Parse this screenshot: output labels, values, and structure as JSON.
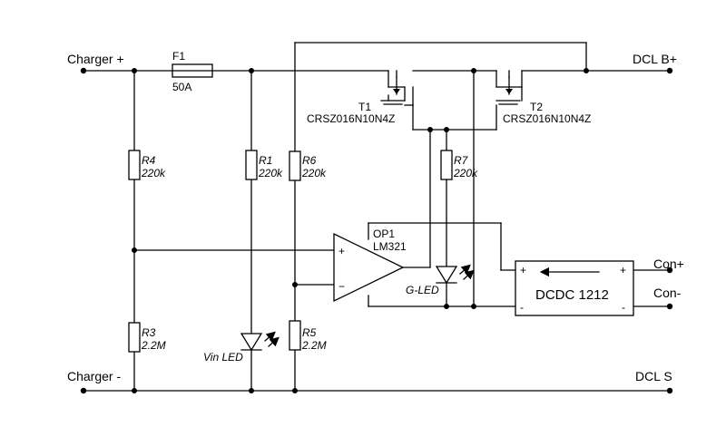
{
  "terminals": {
    "charger_plus": "Charger +",
    "charger_minus": "Charger -",
    "dcl_bplus": "DCL B+",
    "dcl_s": "DCL S",
    "con_plus": "Con+",
    "con_minus": "Con-"
  },
  "fuse": {
    "name": "F1",
    "value": "50A"
  },
  "resistors": {
    "r1": {
      "name": "R1",
      "value": "220k"
    },
    "r3": {
      "name": "R3",
      "value": "2.2M"
    },
    "r4": {
      "name": "R4",
      "value": "220k"
    },
    "r5": {
      "name": "R5",
      "value": "2.2M"
    },
    "r6": {
      "name": "R6",
      "value": "220k"
    },
    "r7": {
      "name": "R7",
      "value": "220k"
    }
  },
  "transistors": {
    "t1": {
      "name": "T1",
      "part": "CRSZ016N10N4Z"
    },
    "t2": {
      "name": "T2",
      "part": "CRSZ016N10N4Z"
    }
  },
  "opamp": {
    "name": "OP1",
    "part": "LM321",
    "plus": "+",
    "minus": "−"
  },
  "leds": {
    "vin": "Vin LED",
    "g": "G-LED"
  },
  "dcdc": {
    "name": "DCDC 1212",
    "plus_left": "+",
    "plus_right": "+",
    "minus_left": "-",
    "minus_right": "-"
  }
}
